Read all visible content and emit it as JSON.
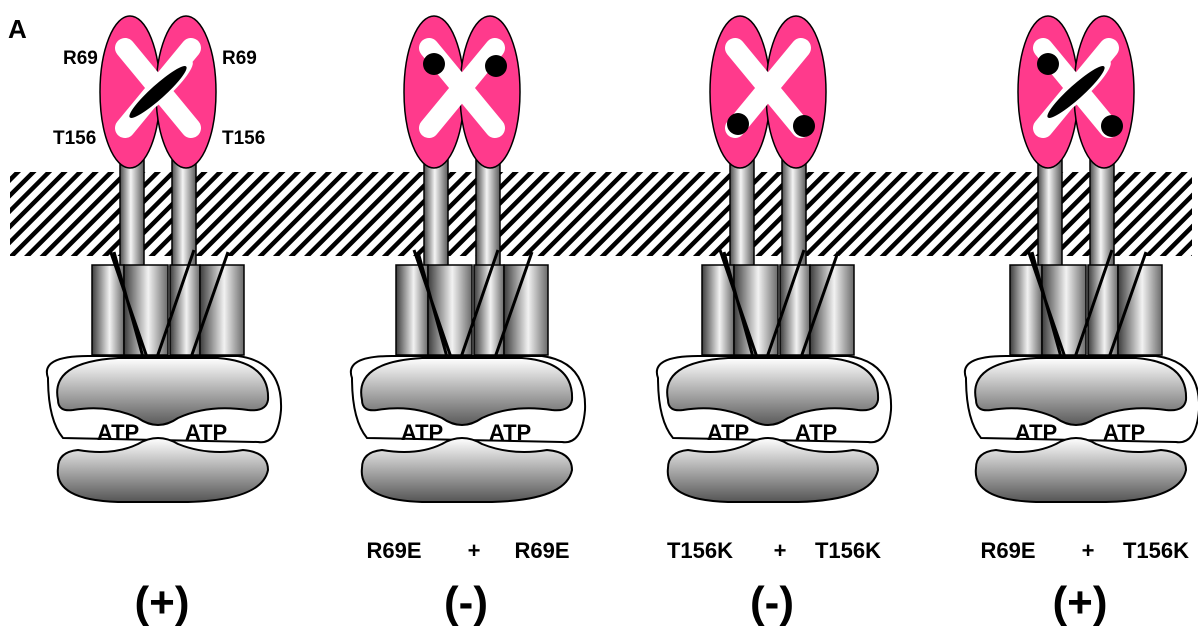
{
  "figure": {
    "panel_label": "A",
    "membrane_pattern": "diagonal-hatch",
    "colors": {
      "domain_fill": "#ff3a8c",
      "ligand": "#000000",
      "hatch": "#000000",
      "background": "#ffffff"
    },
    "residue_labels": {
      "top_left": "R69",
      "top_right": "R69",
      "bottom_left": "T156",
      "bottom_right": "T156"
    },
    "atp_label": "ATP",
    "panels": [
      {
        "id": "wt",
        "ligand_bound": true,
        "mutation_dots": [],
        "mutation_label_left": "",
        "mutation_plus": "",
        "mutation_label_right": "",
        "outcome": "(+)"
      },
      {
        "id": "r69e-r69e",
        "ligand_bound": false,
        "mutation_dots": [
          "top-left",
          "top-right"
        ],
        "mutation_label_left": "R69E",
        "mutation_plus": "+",
        "mutation_label_right": "R69E",
        "outcome": "(-)"
      },
      {
        "id": "t156k-t156k",
        "ligand_bound": false,
        "mutation_dots": [
          "bottom-left",
          "bottom-right"
        ],
        "mutation_label_left": "T156K",
        "mutation_plus": "+",
        "mutation_label_right": "T156K",
        "outcome": "(-)"
      },
      {
        "id": "r69e-t156k",
        "ligand_bound": true,
        "mutation_dots": [
          "top-left",
          "bottom-right"
        ],
        "mutation_label_left": "R69E",
        "mutation_plus": "+",
        "mutation_label_right": "T156K",
        "outcome": "(+)"
      }
    ]
  }
}
